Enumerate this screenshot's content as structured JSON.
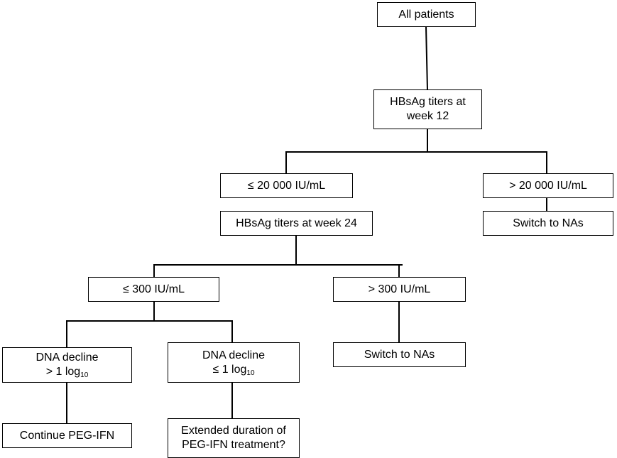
{
  "nodes": {
    "all_patients": "All patients",
    "week12": {
      "line1": "HBsAg titers at",
      "line2": "week 12"
    },
    "le_20000": "≤ 20 000 IU/mL",
    "gt_20000": "> 20 000 IU/mL",
    "switch_nas_top": "Switch to NAs",
    "week24": "HBsAg titers at week 24",
    "le_300": "≤ 300 IU/mL",
    "gt_300": "> 300 IU/mL",
    "switch_nas_mid": "Switch to NAs",
    "dna_gt": {
      "line1": "DNA decline",
      "prefix": "> 1 log",
      "sub": "10"
    },
    "dna_le": {
      "line1": "DNA decline",
      "prefix": "≤ 1 log",
      "sub": "10"
    },
    "continue": "Continue PEG-IFN",
    "extended": {
      "line1": "Extended duration of",
      "line2": "PEG-IFN treatment?"
    }
  }
}
